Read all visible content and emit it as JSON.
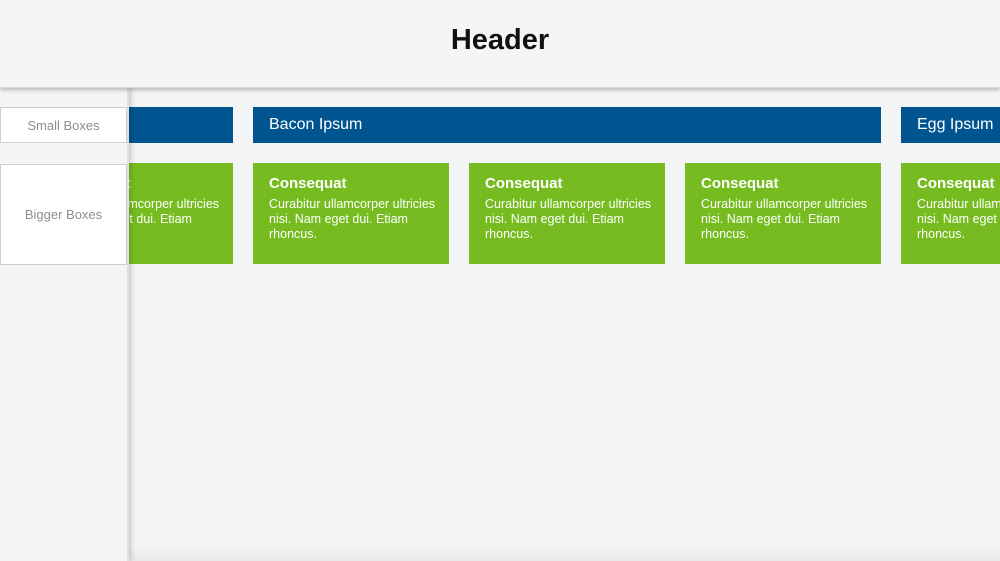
{
  "header": {
    "title": "Header"
  },
  "sidebar": {
    "items": [
      {
        "label": "Small Boxes"
      },
      {
        "label": "Bigger Boxes"
      }
    ]
  },
  "sections": [
    {
      "label": ""
    },
    {
      "label": "Bacon Ipsum"
    },
    {
      "label": "Egg Ipsum"
    }
  ],
  "cards": [
    {
      "title": "Consequat",
      "body": "Curabitur ullamcorper ultricies nisi. Nam eget dui. Etiam rhoncus."
    },
    {
      "title": "Consequat",
      "body": "Curabitur ullamcorper ultricies nisi. Nam eget dui. Etiam rhoncus."
    },
    {
      "title": "Consequat",
      "body": "Curabitur ullamcorper ultricies nisi. Nam eget dui. Etiam rhoncus."
    },
    {
      "title": "Consequat",
      "body": "Curabitur ullamcorper ultricies nisi. Nam eget dui. Etiam rhoncus."
    },
    {
      "title": "Consequat",
      "body": "Curabitur ullamcorper ultricies nisi. Nam eget dui. Etiam rhoncus."
    }
  ],
  "colors": {
    "section_blue": "#005591",
    "card_green": "#76bc21",
    "background": "#f3f4f6"
  }
}
